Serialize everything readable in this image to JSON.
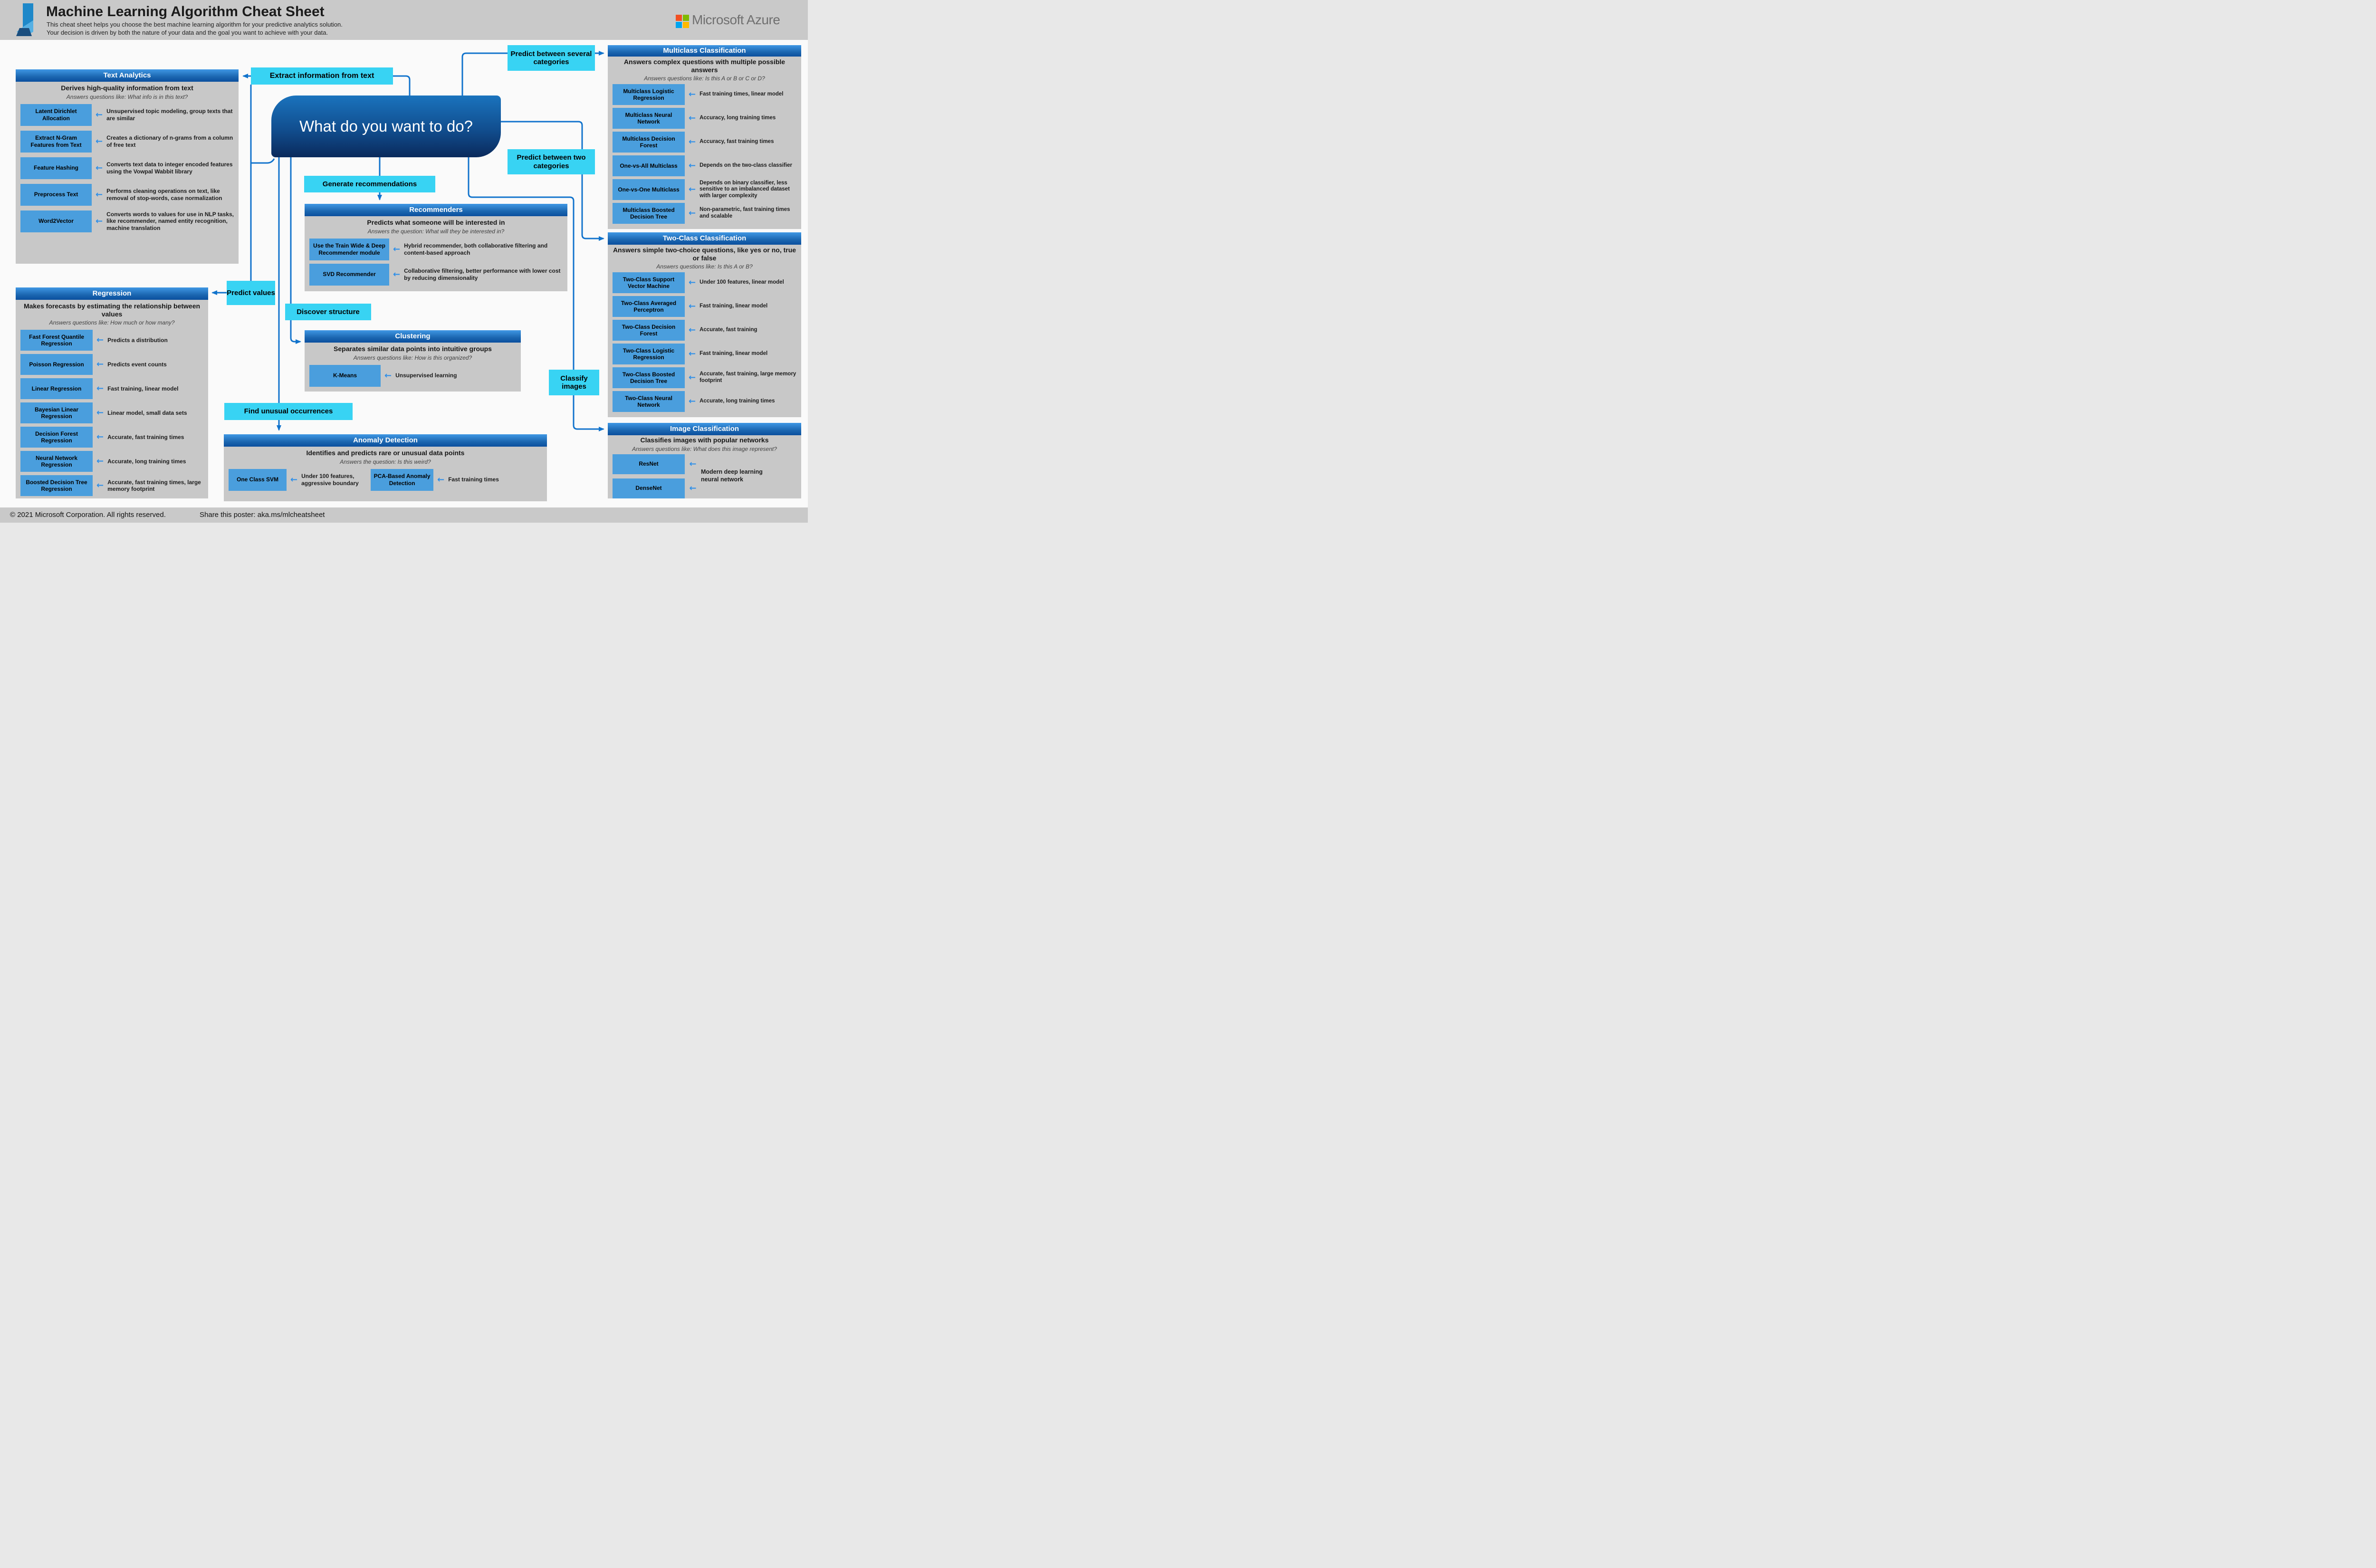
{
  "header": {
    "title": "Machine Learning Algorithm Cheat Sheet",
    "subtitle1": "This cheat sheet helps you choose the best machine learning algorithm for your predictive analytics solution.",
    "subtitle2": "Your decision is driven by both the nature of your data and the goal you want to achieve with your data.",
    "brand": "Microsoft Azure"
  },
  "node": {
    "question": "What do you want to do?"
  },
  "labels": {
    "extract": "Extract information from text",
    "several": "Predict between several categories",
    "two": "Predict between two categories",
    "recommend": "Generate recommendations",
    "values": "Predict values",
    "structure": "Discover structure",
    "unusual": "Find unusual occurrences",
    "images": "Classify images"
  },
  "panels": {
    "text_analytics": {
      "title": "Text Analytics",
      "subtitle": "Derives high-quality information from text",
      "question": "Answers questions like: What info is in this text?",
      "items": [
        {
          "name": "Latent Dirichlet Allocation",
          "desc": "Unsupervised topic modeling, group texts that are similar"
        },
        {
          "name": "Extract N-Gram Features from Text",
          "desc": "Creates a dictionary of n-grams from a column of free text"
        },
        {
          "name": "Feature Hashing",
          "desc": "Converts text data to integer encoded features using the Vowpal Wabbit library"
        },
        {
          "name": "Preprocess Text",
          "desc": "Performs cleaning operations on text, like removal of stop-words, case normalization"
        },
        {
          "name": "Word2Vector",
          "desc": "Converts words to values for use in NLP tasks, like recommender, named entity recognition, machine translation"
        }
      ]
    },
    "regression": {
      "title": "Regression",
      "subtitle": "Makes forecasts by estimating the relationship between values",
      "question": "Answers questions like: How much or how many?",
      "items": [
        {
          "name": "Fast Forest Quantile Regression",
          "desc": "Predicts a distribution"
        },
        {
          "name": "Poisson Regression",
          "desc": "Predicts event counts"
        },
        {
          "name": "Linear Regression",
          "desc": "Fast training, linear model"
        },
        {
          "name": "Bayesian Linear Regression",
          "desc": "Linear model, small data sets"
        },
        {
          "name": "Decision Forest Regression",
          "desc": "Accurate, fast training times"
        },
        {
          "name": "Neural Network Regression",
          "desc": "Accurate, long training times"
        },
        {
          "name": "Boosted Decision Tree Regression",
          "desc": "Accurate, fast training times, large memory footprint"
        }
      ]
    },
    "recommenders": {
      "title": "Recommenders",
      "subtitle": "Predicts what someone will be interested in",
      "question": "Answers the question: What will they be interested in?",
      "items": [
        {
          "name": "Use the Train Wide & Deep Recommender module",
          "desc": "Hybrid recommender, both collaborative filtering and content-based approach"
        },
        {
          "name": "SVD Recommender",
          "desc": "Collaborative filtering, better performance with lower cost by reducing dimensionality"
        }
      ]
    },
    "clustering": {
      "title": "Clustering",
      "subtitle": "Separates similar data points into intuitive groups",
      "question": "Answers questions like: How is this organized?",
      "items": [
        {
          "name": "K-Means",
          "desc": "Unsupervised learning"
        }
      ]
    },
    "anomaly_detection": {
      "title": "Anomaly Detection",
      "subtitle": "Identifies and predicts rare or unusual data points",
      "question": "Answers the question: Is this weird?",
      "items": [
        {
          "name": "One Class SVM",
          "desc": "Under 100 features, aggressive boundary"
        },
        {
          "name": "PCA-Based Anomaly Detection",
          "desc": "Fast training times"
        }
      ]
    },
    "multiclass_classification": {
      "title": "Multiclass Classification",
      "subtitle": "Answers complex questions with multiple possible answers",
      "question": "Answers questions like: Is this A or B or C or D?",
      "items": [
        {
          "name": "Multiclass Logistic Regression",
          "desc": "Fast training times, linear model"
        },
        {
          "name": "Multiclass Neural Network",
          "desc": "Accuracy, long training times"
        },
        {
          "name": "Multiclass Decision Forest",
          "desc": "Accuracy, fast training times"
        },
        {
          "name": "One-vs-All Multiclass",
          "desc": "Depends on the two-class classifier"
        },
        {
          "name": "One-vs-One Multiclass",
          "desc": "Depends on binary classifier, less sensitive to an imbalanced dataset with larger complexity"
        },
        {
          "name": "Multiclass Boosted Decision Tree",
          "desc": "Non-parametric, fast training times and scalable"
        }
      ]
    },
    "two_class_classification": {
      "title": "Two-Class Classification",
      "subtitle": "Answers simple two-choice questions, like yes or no, true or false",
      "question": "Answers questions like: Is this A or B?",
      "items": [
        {
          "name": "Two-Class Support Vector Machine",
          "desc": "Under 100 features, linear model"
        },
        {
          "name": "Two-Class Averaged Perceptron",
          "desc": "Fast training, linear model"
        },
        {
          "name": "Two-Class Decision Forest",
          "desc": "Accurate, fast training"
        },
        {
          "name": "Two-Class Logistic Regression",
          "desc": "Fast training, linear model"
        },
        {
          "name": "Two-Class Boosted Decision Tree",
          "desc": "Accurate, fast training, large memory footprint"
        },
        {
          "name": "Two-Class Neural Network",
          "desc": "Accurate, long training times"
        }
      ]
    },
    "image_classification": {
      "title": "Image Classification",
      "subtitle": "Classifies images with popular networks",
      "question": "Answers questions like: What does this image represent?",
      "items": [
        {
          "name": "ResNet"
        },
        {
          "name": "DenseNet"
        }
      ],
      "shared_desc": "Modern deep learning neural network"
    }
  },
  "footer": {
    "copyright": "© 2021 Microsoft Corporation. All rights reserved.",
    "share": "Share this poster: aka.ms/mlcheatsheet"
  },
  "colors": {
    "connector_blue": "#1173cc",
    "cyan_label": "#38d3f3",
    "algo_box_blue": "#4a9edd",
    "panel_gray": "#c8c8c8",
    "header_gradient_top": "#3f97e4",
    "header_gradient_bottom": "#0b4f9e"
  }
}
